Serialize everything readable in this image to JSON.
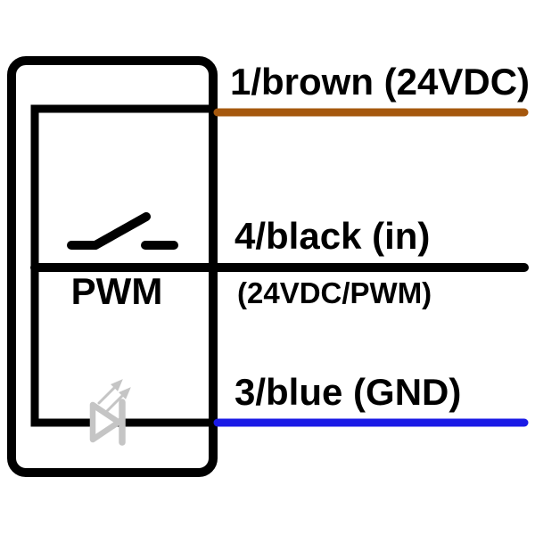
{
  "colors": {
    "outline": "#000000",
    "wire_brown": "#A5580E",
    "wire_black": "#000000",
    "wire_blue": "#1A1AE6",
    "led_gray": "#C5C5C5"
  },
  "device": {
    "mode_label": "PWM",
    "switch_icon": "open-switch",
    "led_icon": "led-diode"
  },
  "wires": [
    {
      "pin": "1",
      "color_name": "brown",
      "label": "1/brown (24VDC)",
      "sublabel": ""
    },
    {
      "pin": "4",
      "color_name": "black",
      "label": "4/black (in)",
      "sublabel": "(24VDC/PWM)"
    },
    {
      "pin": "3",
      "color_name": "blue",
      "label": "3/blue (GND)",
      "sublabel": ""
    }
  ]
}
